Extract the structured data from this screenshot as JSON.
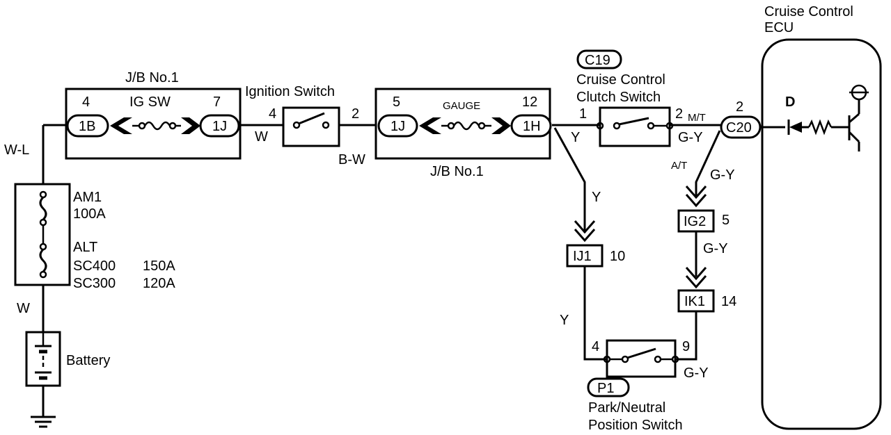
{
  "labels": {
    "ecu_title_line1": "Cruise Control",
    "ecu_title_line2": "ECU",
    "ecu_d": "D",
    "jb_top": "J/B No.1",
    "jb_bottom": "J/B No.1",
    "jb1_pin_left": "4",
    "jb1_pin_right": "7",
    "jb1_name": "IG SW",
    "jb1_conn_left": "1B",
    "jb1_conn_right": "1J",
    "ign_switch": "Ignition Switch",
    "ign_pin_left": "4",
    "ign_pin_right": "2",
    "wire_w_top": "W",
    "wire_bw": "B-W",
    "jb2_pin_left": "5",
    "jb2_pin_right": "12",
    "jb2_name": "GAUGE",
    "jb2_conn_left": "1J",
    "jb2_conn_right": "1H",
    "c19_tag": "C19",
    "clutch_switch_line1": "Cruise Control",
    "clutch_switch_line2": "Clutch Switch",
    "clutch_pin_left": "1",
    "clutch_pin_right": "2",
    "mt": "M/T",
    "wire_y_1": "Y",
    "wire_gy_1": "G-Y",
    "c20_pin": "2",
    "c20": "C20",
    "at": "A/T",
    "wire_gy_2": "G-Y",
    "wire_y_2": "Y",
    "ig2": "IG2",
    "ig2_pin": "5",
    "wire_gy_3": "G-Y",
    "ij1": "IJ1",
    "ij1_pin": "10",
    "ik1": "IK1",
    "ik1_pin": "14",
    "wire_y_3": "Y",
    "p1_pin_left": "4",
    "p1_pin_right": "9",
    "wire_gy_4": "G-Y",
    "p1_tag": "P1",
    "park_line1": "Park/Neutral",
    "park_line2": "Position Switch",
    "wire_wl": "W-L",
    "am1": "AM1",
    "am1_rating": "100A",
    "alt": "ALT",
    "sc400": "SC400",
    "sc400_rating": "150A",
    "sc300": "SC300",
    "sc300_rating": "120A",
    "wire_w_bottom": "W",
    "battery": "Battery"
  }
}
